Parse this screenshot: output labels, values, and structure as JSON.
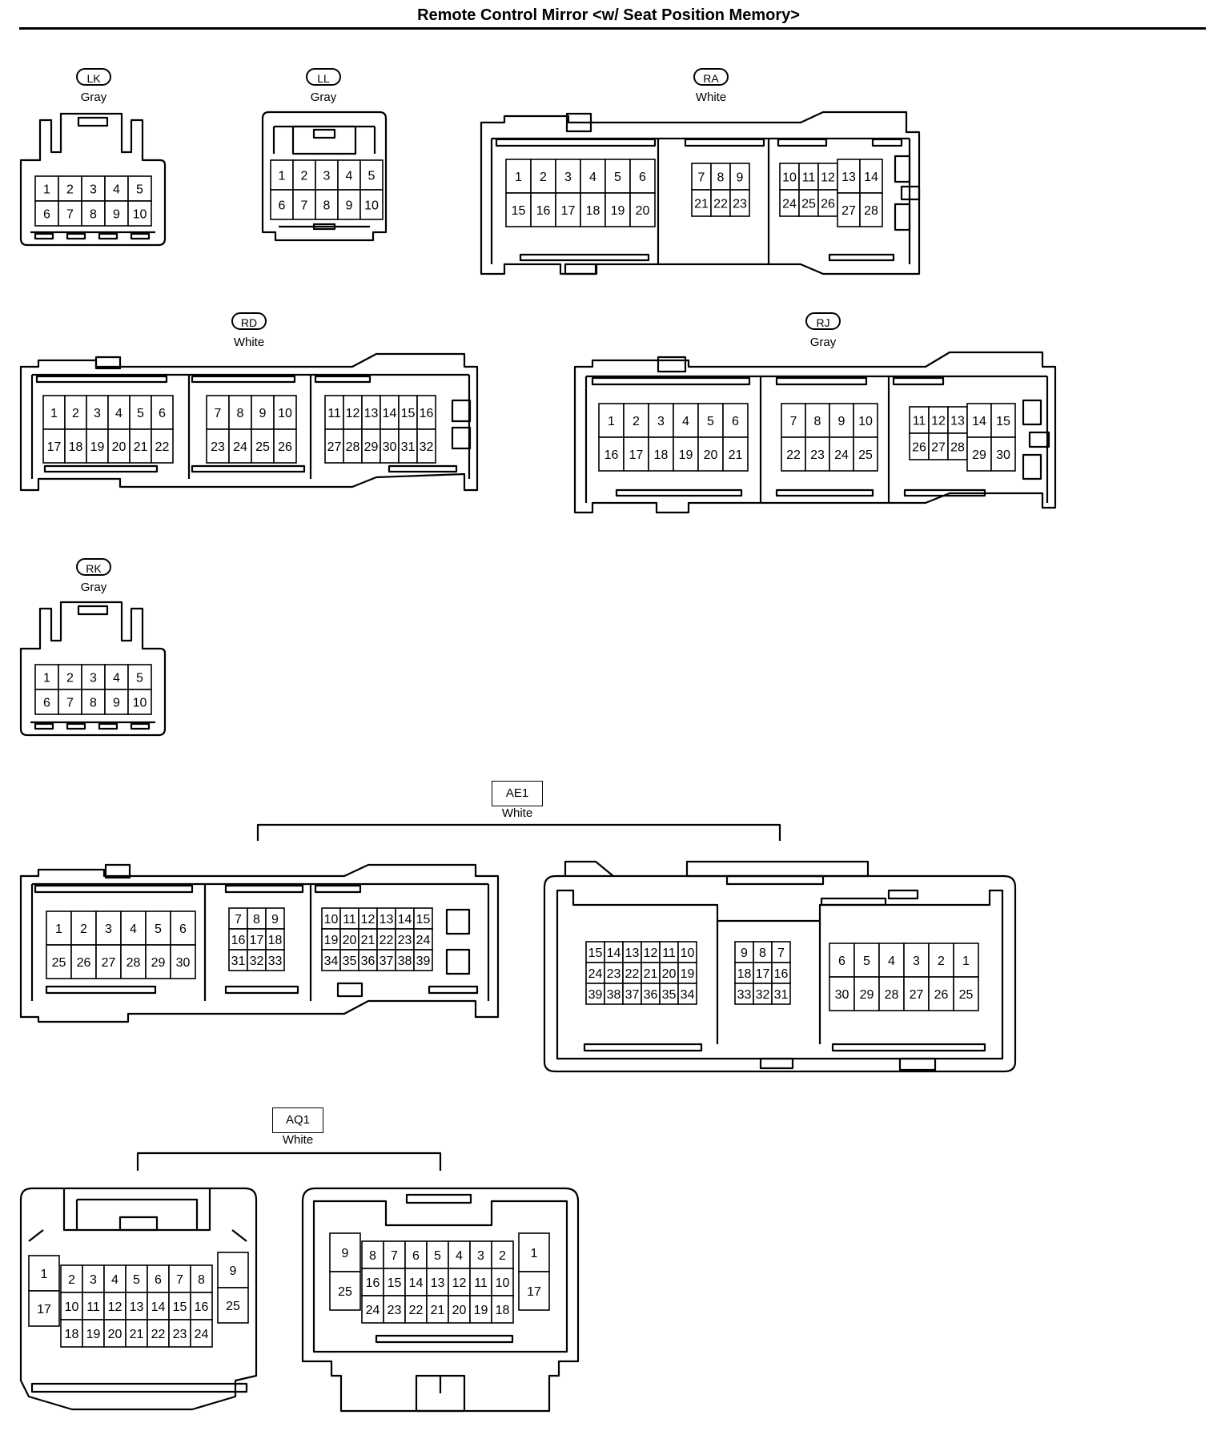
{
  "title": "Remote Control Mirror <w/ Seat Position Memory>",
  "connectors": [
    {
      "id": "lk",
      "code": "LK",
      "color": "Gray"
    },
    {
      "id": "ll",
      "code": "LL",
      "color": "Gray"
    },
    {
      "id": "ra",
      "code": "RA",
      "color": "White"
    },
    {
      "id": "rd",
      "code": "RD",
      "color": "White"
    },
    {
      "id": "rj",
      "code": "RJ",
      "color": "Gray"
    },
    {
      "id": "rk",
      "code": "RK",
      "color": "Gray"
    },
    {
      "id": "ae1",
      "code": "AE1",
      "color": "White"
    },
    {
      "id": "aq1",
      "code": "AQ1",
      "color": "White"
    }
  ],
  "pin_groups": [
    {
      "id": "lk",
      "rows": [
        [
          "1",
          "2",
          "3",
          "4",
          "5"
        ],
        [
          "6",
          "7",
          "8",
          "9",
          "10"
        ]
      ]
    },
    {
      "id": "ll",
      "rows": [
        [
          "1",
          "2",
          "3",
          "4",
          "5"
        ],
        [
          "6",
          "7",
          "8",
          "9",
          "10"
        ]
      ]
    },
    {
      "id": "ra-a",
      "rows": [
        [
          "1",
          "2",
          "3",
          "4",
          "5",
          "6"
        ],
        [
          "15",
          "16",
          "17",
          "18",
          "19",
          "20"
        ]
      ]
    },
    {
      "id": "ra-b",
      "rows": [
        [
          "7",
          "8",
          "9"
        ],
        [
          "21",
          "22",
          "23"
        ]
      ]
    },
    {
      "id": "ra-c",
      "rows": [
        [
          "10",
          "11",
          "12"
        ],
        [
          "24",
          "25",
          "26"
        ]
      ]
    },
    {
      "id": "ra-d",
      "rows": [
        [
          "13",
          "14"
        ],
        [
          "27",
          "28"
        ]
      ]
    },
    {
      "id": "rd-a",
      "rows": [
        [
          "1",
          "2",
          "3",
          "4",
          "5",
          "6"
        ],
        [
          "17",
          "18",
          "19",
          "20",
          "21",
          "22"
        ]
      ]
    },
    {
      "id": "rd-b",
      "rows": [
        [
          "7",
          "8",
          "9",
          "10"
        ],
        [
          "23",
          "24",
          "25",
          "26"
        ]
      ]
    },
    {
      "id": "rd-c",
      "rows": [
        [
          "11",
          "12",
          "13",
          "14",
          "15",
          "16"
        ],
        [
          "27",
          "28",
          "29",
          "30",
          "31",
          "32"
        ]
      ]
    },
    {
      "id": "rj-a",
      "rows": [
        [
          "1",
          "2",
          "3",
          "4",
          "5",
          "6"
        ],
        [
          "16",
          "17",
          "18",
          "19",
          "20",
          "21"
        ]
      ]
    },
    {
      "id": "rj-b",
      "rows": [
        [
          "7",
          "8",
          "9",
          "10"
        ],
        [
          "22",
          "23",
          "24",
          "25"
        ]
      ]
    },
    {
      "id": "rj-c",
      "rows": [
        [
          "11",
          "12",
          "13"
        ],
        [
          "26",
          "27",
          "28"
        ]
      ]
    },
    {
      "id": "rj-d",
      "rows": [
        [
          "14",
          "15"
        ],
        [
          "29",
          "30"
        ]
      ]
    },
    {
      "id": "rk",
      "rows": [
        [
          "1",
          "2",
          "3",
          "4",
          "5"
        ],
        [
          "6",
          "7",
          "8",
          "9",
          "10"
        ]
      ]
    },
    {
      "id": "ae1m-a",
      "rows": [
        [
          "1",
          "2",
          "3",
          "4",
          "5",
          "6"
        ],
        [
          "25",
          "26",
          "27",
          "28",
          "29",
          "30"
        ]
      ]
    },
    {
      "id": "ae1m-b",
      "rows": [
        [
          "7",
          "8",
          "9"
        ],
        [
          "16",
          "17",
          "18"
        ],
        [
          "31",
          "32",
          "33"
        ]
      ]
    },
    {
      "id": "ae1m-c",
      "rows": [
        [
          "10",
          "11",
          "12",
          "13",
          "14",
          "15"
        ],
        [
          "19",
          "20",
          "21",
          "22",
          "23",
          "24"
        ],
        [
          "34",
          "35",
          "36",
          "37",
          "38",
          "39"
        ]
      ]
    },
    {
      "id": "ae1f-c",
      "rows": [
        [
          "15",
          "14",
          "13",
          "12",
          "11",
          "10"
        ],
        [
          "24",
          "23",
          "22",
          "21",
          "20",
          "19"
        ],
        [
          "39",
          "38",
          "37",
          "36",
          "35",
          "34"
        ]
      ]
    },
    {
      "id": "ae1f-b",
      "rows": [
        [
          "9",
          "8",
          "7"
        ],
        [
          "18",
          "17",
          "16"
        ],
        [
          "33",
          "32",
          "31"
        ]
      ]
    },
    {
      "id": "ae1f-a",
      "rows": [
        [
          "6",
          "5",
          "4",
          "3",
          "2",
          "1"
        ],
        [
          "30",
          "29",
          "28",
          "27",
          "26",
          "25"
        ]
      ]
    },
    {
      "id": "aq1m-l",
      "rows": [
        [
          "1"
        ],
        [
          "17"
        ]
      ]
    },
    {
      "id": "aq1m-c",
      "rows": [
        [
          "2",
          "3",
          "4",
          "5",
          "6",
          "7",
          "8"
        ],
        [
          "10",
          "11",
          "12",
          "13",
          "14",
          "15",
          "16"
        ],
        [
          "18",
          "19",
          "20",
          "21",
          "22",
          "23",
          "24"
        ]
      ]
    },
    {
      "id": "aq1m-r",
      "rows": [
        [
          "9"
        ],
        [
          "25"
        ]
      ]
    },
    {
      "id": "aq1f-l",
      "rows": [
        [
          "9"
        ],
        [
          "25"
        ]
      ]
    },
    {
      "id": "aq1f-c",
      "rows": [
        [
          "8",
          "7",
          "6",
          "5",
          "4",
          "3",
          "2"
        ],
        [
          "16",
          "15",
          "14",
          "13",
          "12",
          "11",
          "10"
        ],
        [
          "24",
          "23",
          "22",
          "21",
          "20",
          "19",
          "18"
        ]
      ]
    },
    {
      "id": "aq1f-r",
      "rows": [
        [
          "1"
        ],
        [
          "17"
        ]
      ]
    }
  ]
}
